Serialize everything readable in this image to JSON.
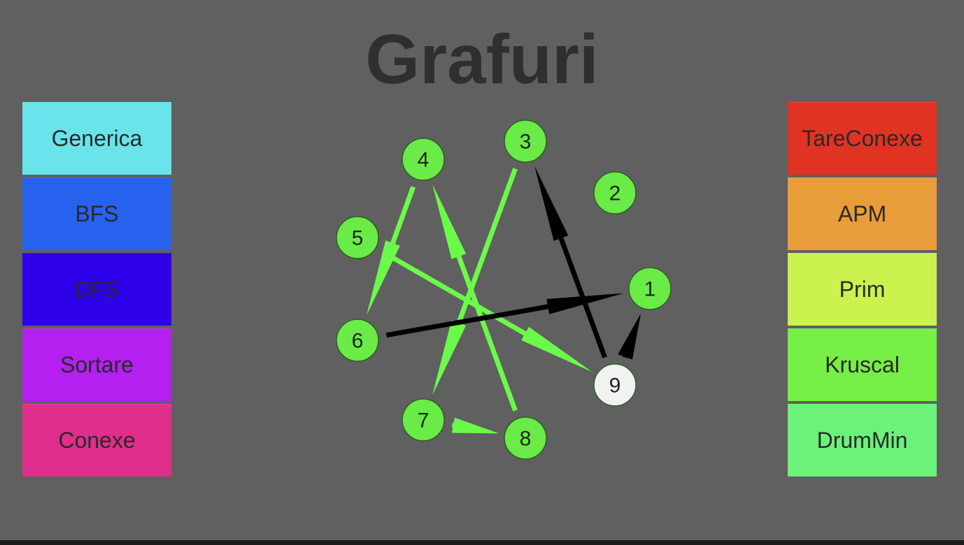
{
  "title": "Grafuri",
  "colors": {
    "background": "#606060",
    "title": "#2f2f2f",
    "node_default": "#6aeb47",
    "node_selected": "#f2f2f2",
    "edge_green": "#6cfa4a",
    "edge_black": "#000000"
  },
  "left_buttons": [
    {
      "id": "generica",
      "label": "Generica",
      "color": "#68e4ea"
    },
    {
      "id": "bfs",
      "label": "BFS",
      "color": "#2662ee"
    },
    {
      "id": "dfs",
      "label": "DFS",
      "color": "#2e00ea"
    },
    {
      "id": "sortare",
      "label": "Sortare",
      "color": "#b320f0"
    },
    {
      "id": "conexe",
      "label": "Conexe",
      "color": "#e02e8c"
    }
  ],
  "right_buttons": [
    {
      "id": "tareconexe",
      "label": "TareConexe",
      "color": "#e03322"
    },
    {
      "id": "apm",
      "label": "APM",
      "color": "#e99c3a"
    },
    {
      "id": "prim",
      "label": "Prim",
      "color": "#cbf24e"
    },
    {
      "id": "kruscal",
      "label": "Kruscal",
      "color": "#76ef46"
    },
    {
      "id": "drummin",
      "label": "DrumMin",
      "color": "#6cf279"
    }
  ],
  "graph": {
    "nodes": [
      {
        "label": "1",
        "selected": false
      },
      {
        "label": "2",
        "selected": false
      },
      {
        "label": "3",
        "selected": false
      },
      {
        "label": "4",
        "selected": false
      },
      {
        "label": "5",
        "selected": false
      },
      {
        "label": "6",
        "selected": false
      },
      {
        "label": "7",
        "selected": false
      },
      {
        "label": "8",
        "selected": false
      },
      {
        "label": "9",
        "selected": true
      }
    ],
    "edges": [
      {
        "from": "4",
        "to": "6",
        "color": "green"
      },
      {
        "from": "3",
        "to": "7",
        "color": "green"
      },
      {
        "from": "5",
        "to": "9",
        "color": "green"
      },
      {
        "from": "8",
        "to": "4",
        "color": "green"
      },
      {
        "from": "7",
        "to": "8",
        "color": "green"
      },
      {
        "from": "6",
        "to": "1",
        "color": "black"
      },
      {
        "from": "9",
        "to": "3",
        "color": "black"
      },
      {
        "from": "9",
        "to": "1",
        "color": "black"
      }
    ]
  }
}
